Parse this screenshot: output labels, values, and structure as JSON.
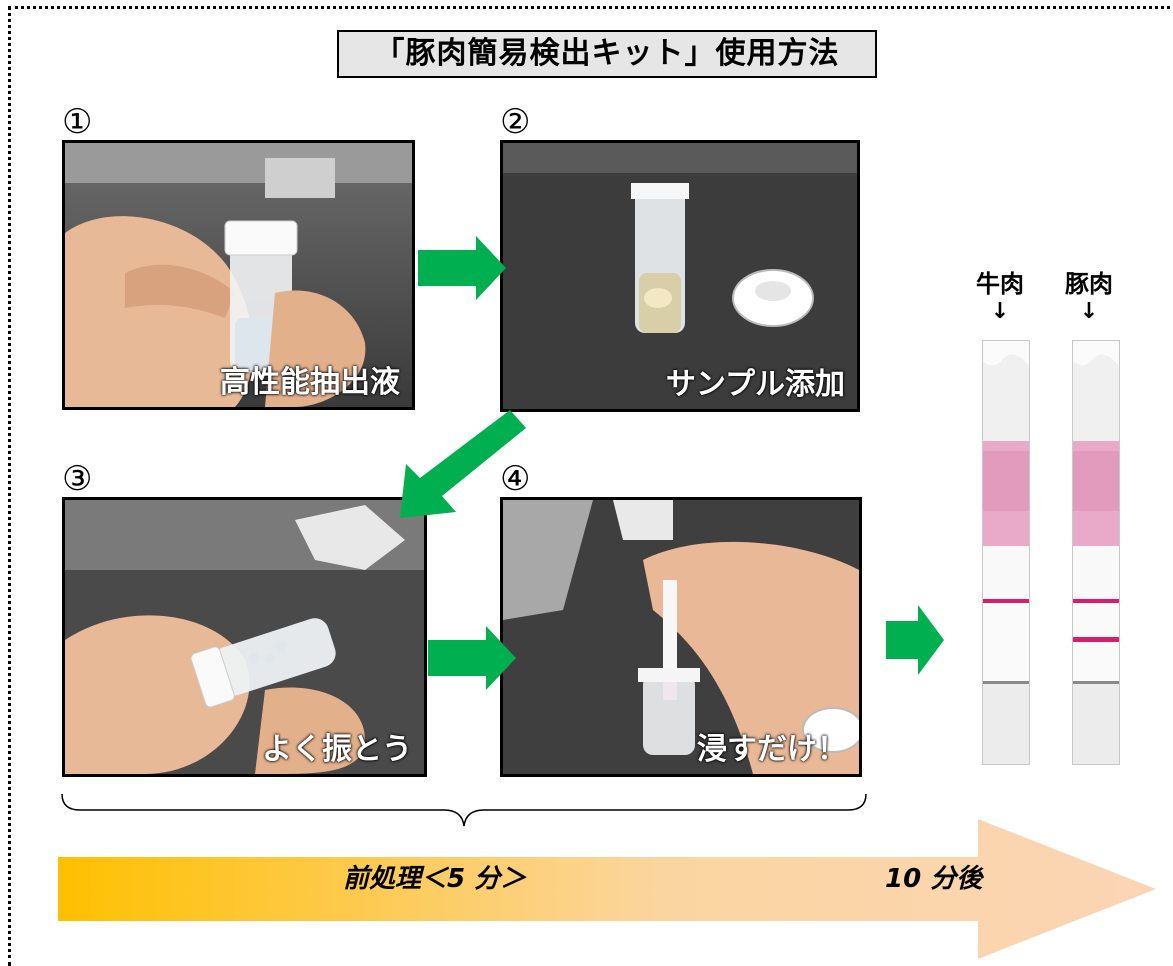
{
  "title": "「豚肉簡易検出キット」使用方法",
  "steps": [
    {
      "number": "①",
      "caption": "高性能抽出液"
    },
    {
      "number": "②",
      "caption": "サンプル添加"
    },
    {
      "number": "③",
      "caption": "よく振とう"
    },
    {
      "number": "④",
      "caption": "浸すだけ！"
    }
  ],
  "strips": [
    {
      "label": "牛肉",
      "arrow": "↓"
    },
    {
      "label": "豚肉",
      "arrow": "↓"
    }
  ],
  "timeline": {
    "pretreatment": "前処理＜5 分＞",
    "after": "10 分後"
  },
  "colors": {
    "arrow_green": "#00b050",
    "timeline_start": "#ffc000",
    "timeline_end": "#fbd5b5",
    "strip_pink": "#e07fb0",
    "strip_line": "#d8206a"
  }
}
